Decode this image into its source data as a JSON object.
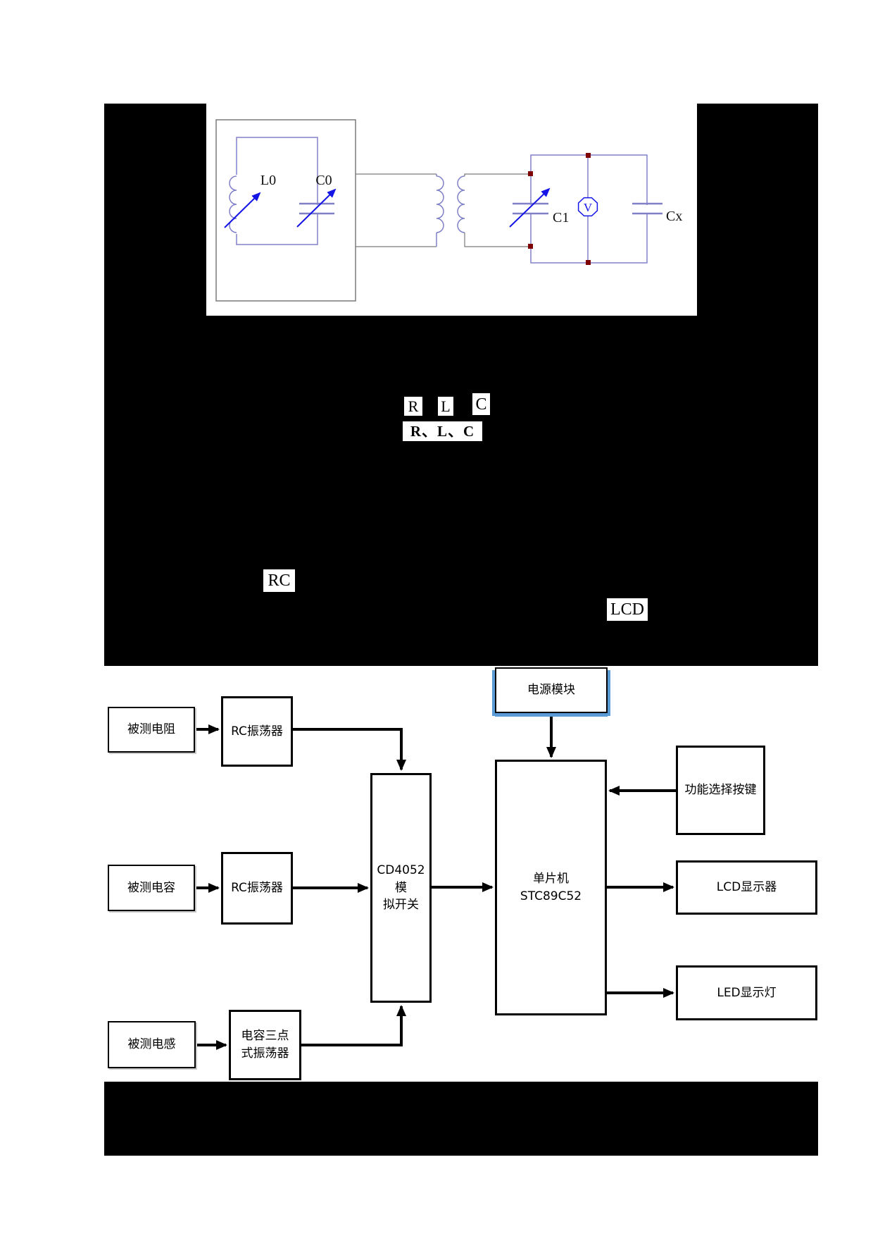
{
  "page": {
    "kind": "scanned paper page with redacted paragraphs and two figures"
  },
  "colors": {
    "redaction": "#000000",
    "wire_blue": "#8080c8",
    "wire_gray": "#7a7a7a",
    "variable_arrow_blue": "#1414e6",
    "terminal_red": "#7f0000",
    "power_highlight_blue": "#5b9bd5",
    "diagram_line": "#000000"
  },
  "circuit_figure": {
    "labels": {
      "l0": "L0",
      "c0": "C0",
      "c1": "C1",
      "voltmeter": "V",
      "cx": "Cx"
    }
  },
  "redacted_terms": {
    "r": "R",
    "l": "L",
    "c": "C",
    "rlc": "R、L、C",
    "rc": "RC",
    "lcd": "LCD"
  },
  "block_diagram": {
    "nodes": [
      {
        "id": "power",
        "label": "电源模块"
      },
      {
        "id": "dut_r",
        "label": "被测电阻"
      },
      {
        "id": "rc_osc1",
        "label": "RC振荡器"
      },
      {
        "id": "func_keys",
        "label": "功能选择按键"
      },
      {
        "id": "cd4052",
        "label": "CD4052模\n拟开关"
      },
      {
        "id": "mcu",
        "label": "单片机\nSTC89C52"
      },
      {
        "id": "dut_c",
        "label": "被测电容"
      },
      {
        "id": "rc_osc2",
        "label": "RC振荡器"
      },
      {
        "id": "lcd_disp",
        "label": "LCD显示器"
      },
      {
        "id": "led_disp",
        "label": "LED显示灯"
      },
      {
        "id": "dut_l",
        "label": "被测电感"
      },
      {
        "id": "cap3_osc",
        "label": "电容三点\n式振荡器"
      }
    ],
    "edges": [
      {
        "from": "dut_r",
        "to": "rc_osc1"
      },
      {
        "from": "rc_osc1",
        "to": "cd4052"
      },
      {
        "from": "dut_c",
        "to": "rc_osc2"
      },
      {
        "from": "rc_osc2",
        "to": "cd4052"
      },
      {
        "from": "dut_l",
        "to": "cap3_osc"
      },
      {
        "from": "cap3_osc",
        "to": "cd4052"
      },
      {
        "from": "cd4052",
        "to": "mcu"
      },
      {
        "from": "power",
        "to": "mcu"
      },
      {
        "from": "func_keys",
        "to": "mcu"
      },
      {
        "from": "mcu",
        "to": "lcd_disp"
      },
      {
        "from": "mcu",
        "to": "led_disp"
      }
    ]
  }
}
